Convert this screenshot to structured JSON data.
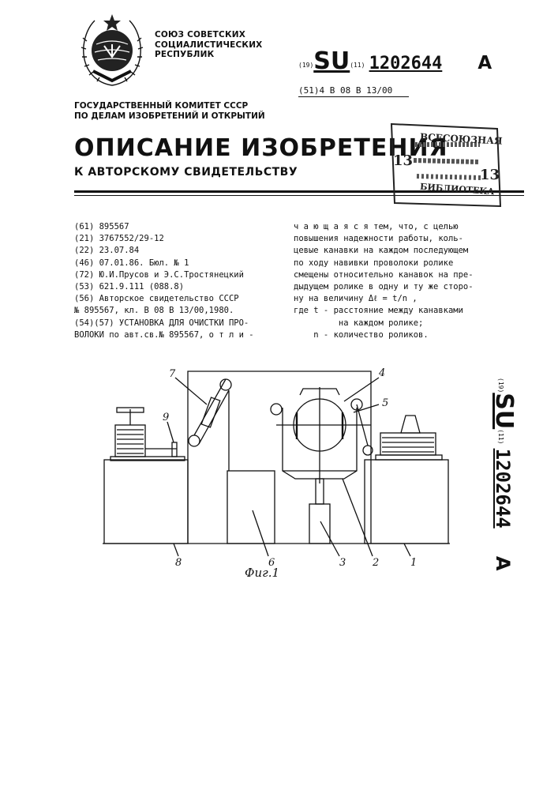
{
  "header": {
    "country_lines": [
      "СОЮЗ СОВЕТСКИХ",
      "СОЦИАЛИСТИЧЕСКИХ",
      "РЕСПУБЛИК"
    ],
    "code19": "(19)",
    "country_code": "SU",
    "code11": "(11)",
    "patent_number": "1202644",
    "doc_kind": "A",
    "ipc": "(51)4 В 08 В 13/00",
    "committee_lines": [
      "ГОСУДАРСТВЕННЫЙ КОМИТЕТ СССР",
      "ПО ДЕЛАМ ИЗОБРЕТЕНИЙ И ОТКРЫТИЙ"
    ],
    "title": "ОПИСАНИЕ ИЗОБРЕТЕНИЯ",
    "subtitle": "К АВТОРСКОМУ СВИДЕТЕЛЬСТВУ"
  },
  "stamp": {
    "number_left": "13",
    "number_right": "13",
    "line1": "ВСЕСОЮЗНАЯ",
    "line4": "БИБЛИОТЕКА"
  },
  "biblio": {
    "lines": [
      "(61) 895567",
      "(21) 3767552/29-12",
      "(22) 23.07.84",
      "(46) 07.01.86. Бюл. № 1",
      "(72) Ю.И.Прусов и Э.С.Тростянецкий",
      "(53) 621.9.111 (088.8)",
      "(56) Авторское свидетельство СССР",
      "№ 895567, кл. В 08 В 13/00,1980.",
      "(54)(57) УСТАНОВКА ДЛЯ ОЧИСТКИ ПРО-",
      "ВОЛОКИ по авт.св.№ 895567, о т л и -"
    ]
  },
  "claim": {
    "lines": [
      "ч а ю щ а я с я  тем, что, с целью",
      "повышения надежности работы, коль-",
      "цевые канавки на каждом последующем",
      "по ходу навивки проволоки ролике",
      "смещены относительно канавок на пре-",
      "дыдущем ролике в одну и ту же сторо-",
      "ну на величину Δℓ = t/n ,",
      "где t - расстояние между канавками",
      "         на каждом ролике;",
      "    n - количество роликов."
    ]
  },
  "figure": {
    "caption": "Фиг.1",
    "labels": [
      "7",
      "4",
      "5",
      "9",
      "8",
      "6",
      "3",
      "2",
      "1"
    ]
  }
}
